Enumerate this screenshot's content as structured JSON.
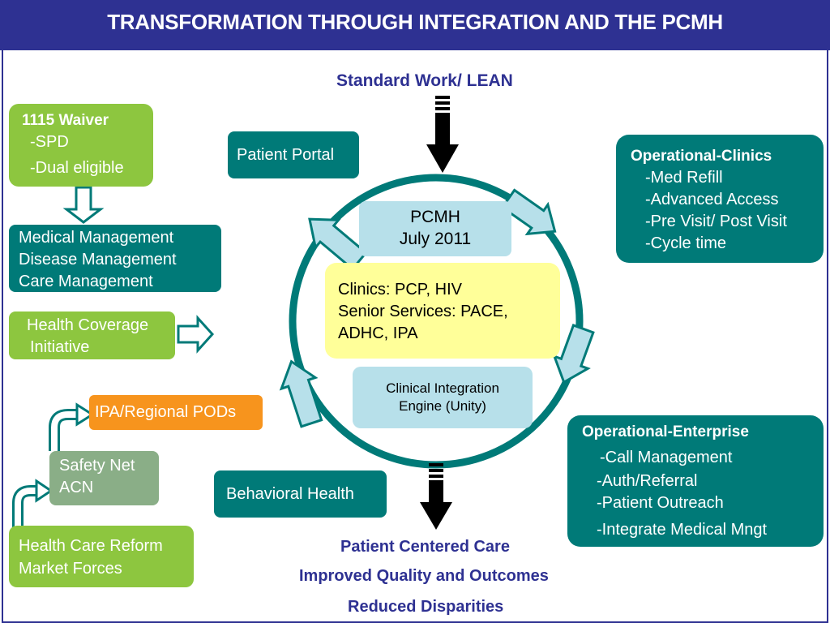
{
  "title": "TRANSFORMATION THROUGH INTEGRATION AND THE PCMH",
  "top_label": "Standard Work/ LEAN",
  "waiver": {
    "heading": "1115 Waiver",
    "items": [
      "-SPD",
      "-Dual eligible"
    ]
  },
  "management": [
    "Medical Management",
    "Disease Management",
    "Care Management"
  ],
  "health_coverage": [
    "Health Coverage",
    "Initiative"
  ],
  "ipa_pods": "IPA/Regional PODs",
  "safety_net": [
    "Safety Net",
    "ACN"
  ],
  "reform": [
    "Health Care Reform",
    "Market Forces"
  ],
  "patient_portal": "Patient Portal",
  "behavioral_health": "Behavioral Health",
  "pcmh": [
    "PCMH",
    "July 2011"
  ],
  "clinics": [
    "Clinics: PCP, HIV",
    "Senior Services: PACE,",
    "ADHC, IPA"
  ],
  "engine": [
    "Clinical Integration",
    "Engine (Unity)"
  ],
  "op_clinics": {
    "heading": "Operational-Clinics",
    "items": [
      "-Med Refill",
      "-Advanced Access",
      "-Pre Visit/ Post Visit",
      "-Cycle time"
    ]
  },
  "op_enterprise": {
    "heading": "Operational-Enterprise",
    "items": [
      "-Call Management",
      "-Auth/Referral",
      "-Patient Outreach",
      "-Integrate Medical Mngt"
    ]
  },
  "outcomes": [
    "Patient Centered Care",
    "Improved Quality and Outcomes",
    "Reduced Disparities"
  ],
  "colors": {
    "navy": "#2e3192",
    "green": "#8dc63f",
    "teal": "#007a78",
    "orange": "#f7941d",
    "sage": "#8aae87",
    "light_blue": "#b7e0ea",
    "yellow": "#ffff99"
  }
}
